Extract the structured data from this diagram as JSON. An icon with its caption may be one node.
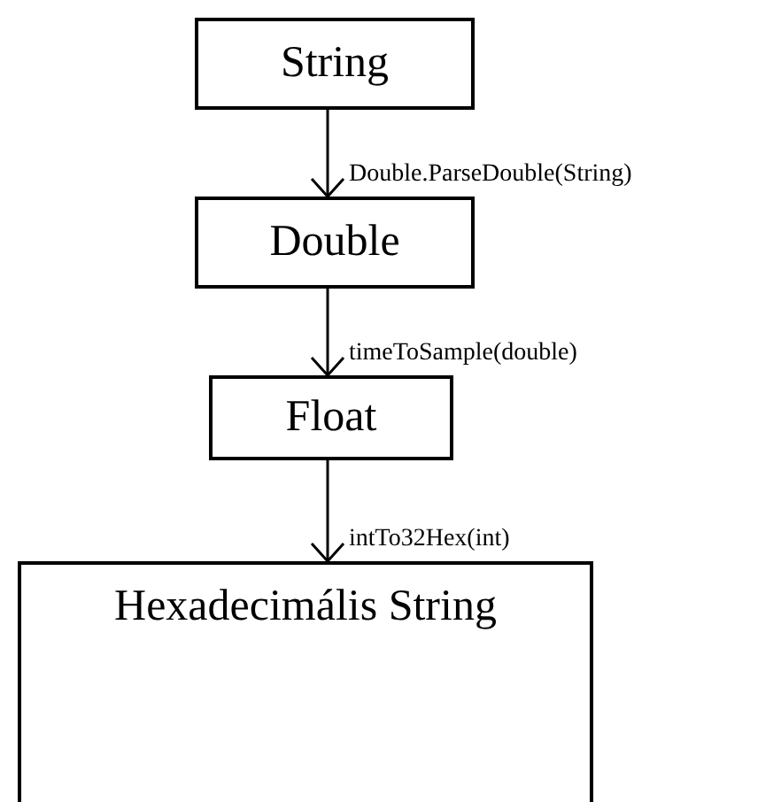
{
  "diagram": {
    "nodes": [
      {
        "text": [
          "String"
        ]
      },
      {
        "text": [
          "Double"
        ]
      },
      {
        "text": [
          "Float"
        ]
      },
      {
        "text": [
          "Hexadecimális String"
        ]
      }
    ],
    "edges": [
      {
        "from": 0,
        "to": 1,
        "arrow": "to",
        "label": "Double.ParseDouble(String)"
      },
      {
        "from": 1,
        "to": 2,
        "arrow": "to",
        "label": "timeToSample(double)"
      },
      {
        "from": 2,
        "to": 3,
        "arrow": "to",
        "label": "intTo32Hex(int)"
      }
    ]
  }
}
